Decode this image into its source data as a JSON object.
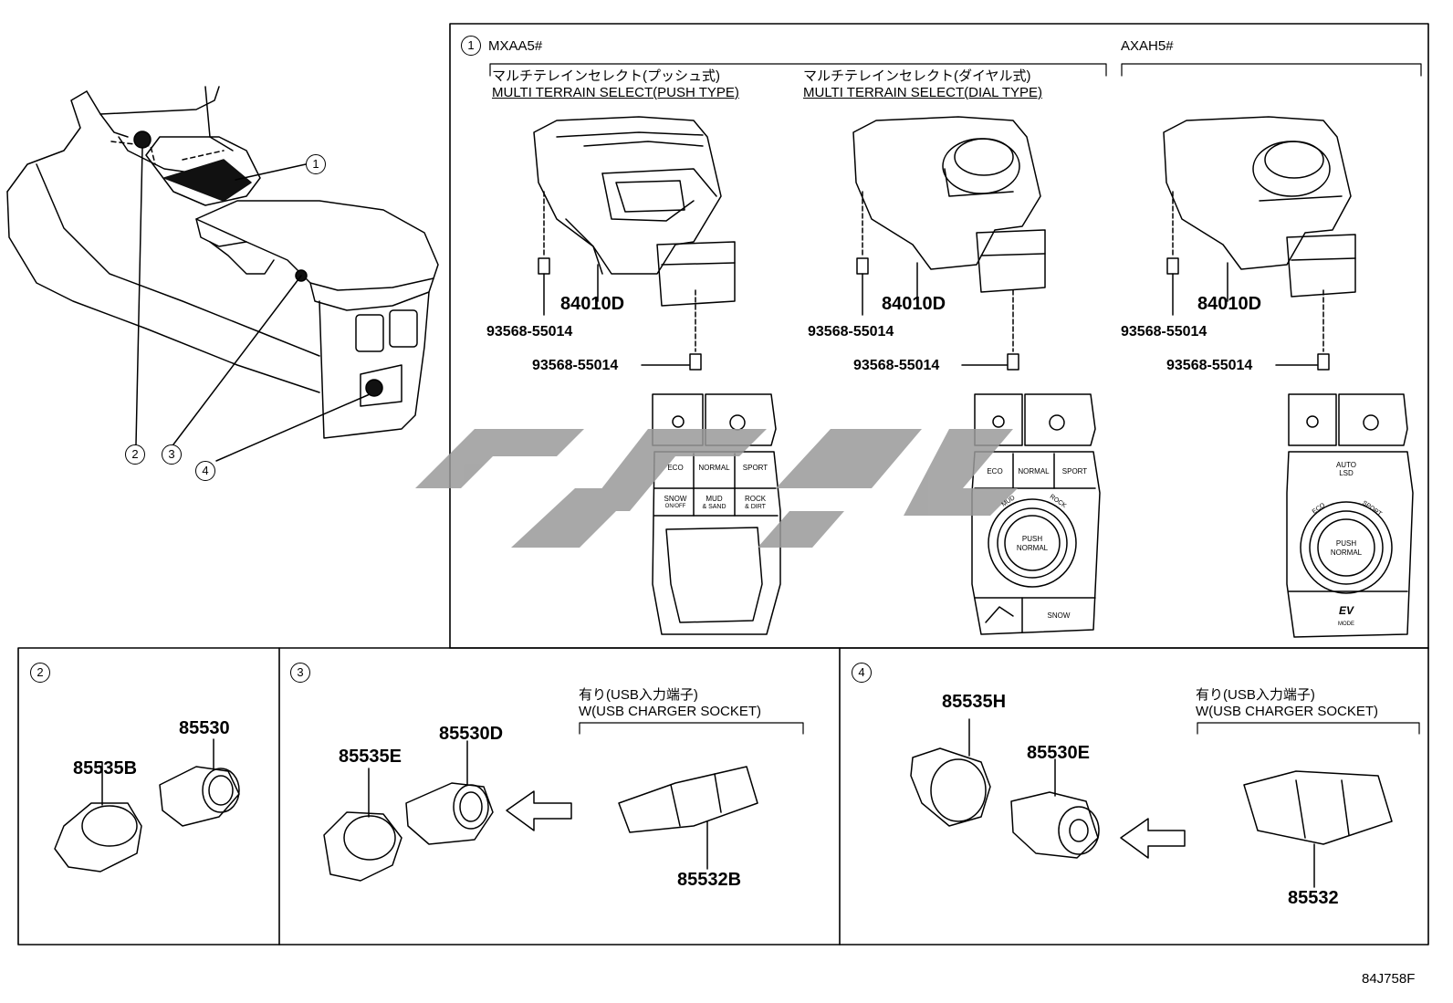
{
  "callouts": {
    "c1": "1",
    "c2": "2",
    "c3": "3",
    "c4": "4"
  },
  "section1": {
    "callout": "1",
    "model_a": "MXAA5#",
    "model_b": "AXAH5#",
    "push_type_jp": "マルチテレインセレクト(プッシュ式)",
    "push_type_en": "MULTI TERRAIN SELECT(PUSH TYPE)",
    "dial_type_jp": "マルチテレインセレクト(ダイヤル式)",
    "dial_type_en": "MULTI TERRAIN SELECT(DIAL TYPE)",
    "parts": {
      "switch_a": "84010D",
      "switch_b": "84010D",
      "switch_c": "84010D",
      "screw_a1": "93568-55014",
      "screw_a2": "93568-55014",
      "screw_b1": "93568-55014",
      "screw_b2": "93568-55014",
      "screw_c1": "93568-55014",
      "screw_c2": "93568-55014"
    },
    "panel_push": {
      "eco": "ECO",
      "normal": "NORMAL",
      "sport": "SPORT",
      "snow": "SNOW",
      "snow_sub": "ON/OFF",
      "mud": "MUD",
      "mud_sub": "& SAND",
      "rock": "ROCK",
      "rock_sub": "& DIRT"
    },
    "panel_dial": {
      "eco": "ECO",
      "normal": "NORMAL",
      "sport": "SPORT",
      "push": "PUSH",
      "push_sub": "NORMAL",
      "mud": "MUD",
      "rock": "ROCK",
      "snow": "SNOW"
    },
    "panel_axah": {
      "auto": "AUTO",
      "lsd": "LSD",
      "eco": "ECO",
      "sport": "SPORT",
      "push": "PUSH",
      "push_sub": "NORMAL",
      "ev": "EV",
      "ev_sub": "MODE"
    }
  },
  "section2": {
    "callout": "2",
    "part_socket": "85530",
    "part_cover": "85535B"
  },
  "section3": {
    "callout": "3",
    "usb_jp": "有り(USB入力端子)",
    "usb_en": "W(USB CHARGER SOCKET)",
    "part_cover": "85535E",
    "part_socket": "85530D",
    "part_usb": "85532B"
  },
  "section4": {
    "callout": "4",
    "usb_jp": "有り(USB入力端子)",
    "usb_en": "W(USB CHARGER SOCKET)",
    "part_cover": "85535H",
    "part_socket": "85530E",
    "part_usb": "85532"
  },
  "footer": {
    "code": "84J758F"
  }
}
